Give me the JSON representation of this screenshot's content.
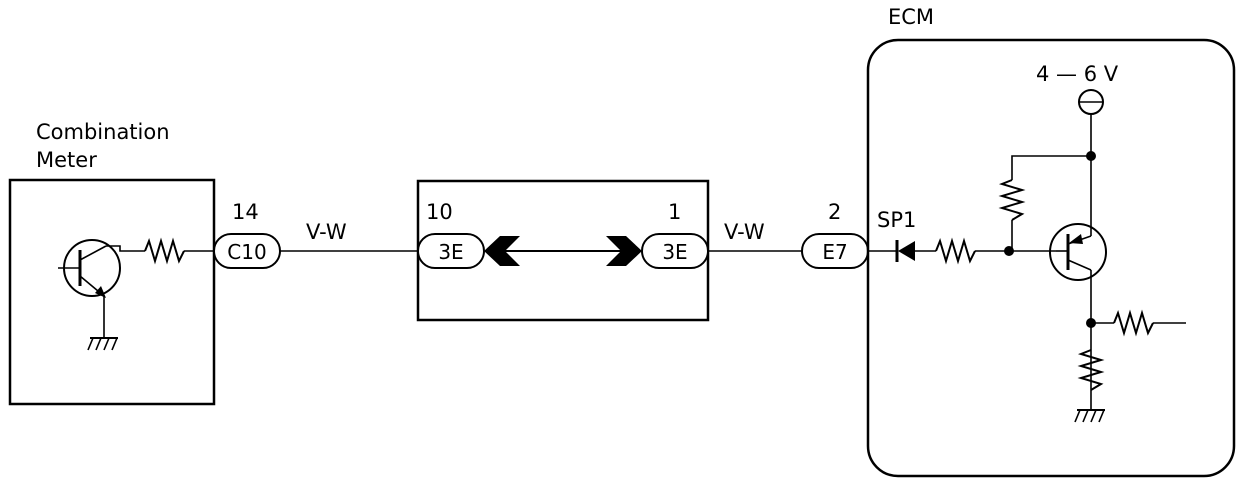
{
  "components": {
    "combination_meter": "Combination\nMeter",
    "ecm": "ECM"
  },
  "voltage": "4 — 6 V",
  "wires": [
    {
      "color": "V-W"
    },
    {
      "color": "V-W"
    }
  ],
  "connectors": {
    "c10": {
      "code": "C10",
      "pin": "14"
    },
    "j3e_left": {
      "code": "3E",
      "pin": "10"
    },
    "j3e_right": {
      "code": "3E",
      "pin": "1"
    },
    "e7": {
      "code": "E7",
      "pin": "2"
    }
  },
  "splice": "SP1"
}
